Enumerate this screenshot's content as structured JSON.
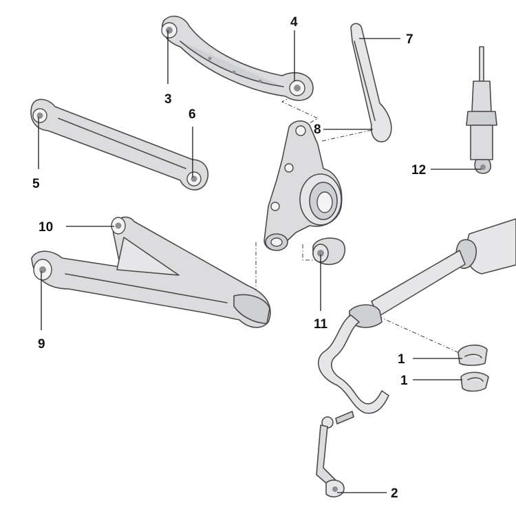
{
  "callouts": [
    {
      "id": "c1a",
      "label": "1"
    },
    {
      "id": "c1b",
      "label": "1"
    },
    {
      "id": "c2",
      "label": "2"
    },
    {
      "id": "c3",
      "label": "3"
    },
    {
      "id": "c4",
      "label": "4"
    },
    {
      "id": "c5",
      "label": "5"
    },
    {
      "id": "c6",
      "label": "6"
    },
    {
      "id": "c7",
      "label": "7"
    },
    {
      "id": "c8",
      "label": "8"
    },
    {
      "id": "c9",
      "label": "9"
    },
    {
      "id": "c10",
      "label": "10"
    },
    {
      "id": "c11",
      "label": "11"
    },
    {
      "id": "c12",
      "label": "12"
    }
  ]
}
